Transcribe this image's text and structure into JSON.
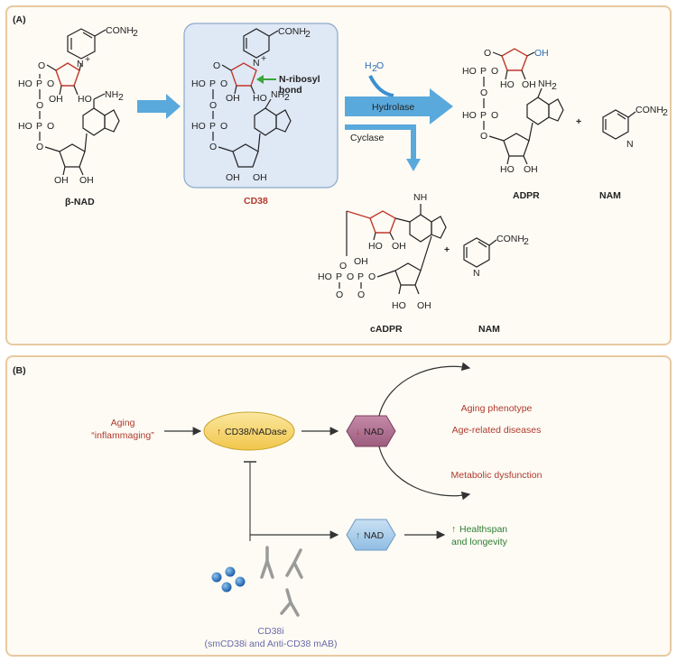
{
  "panel_a": {
    "label": "(A)",
    "bnad": {
      "name": "β-NAD",
      "conh2": "CONH",
      "conh2_sub": "2",
      "nh2": "NH",
      "nh2_sub": "2",
      "oh_labels": [
        "OH",
        "HO",
        "OH",
        "HO",
        "OH"
      ],
      "ho_p": [
        "HO",
        "HO"
      ],
      "o": "O",
      "p": "P",
      "n": "N",
      "nplus": "+"
    },
    "cd38": {
      "name": "CD38",
      "bond_label_1": "N-ribosyl",
      "bond_label_2": "bond"
    },
    "water": "H",
    "water_sub": "2",
    "water_o": "O",
    "hydrolase": "Hydrolase",
    "cyclase": "Cyclase",
    "adpr": {
      "name": "ADPR",
      "oh_top": "OH"
    },
    "nam1": {
      "name": "NAM",
      "conh2": "CONH",
      "conh2_sub": "2"
    },
    "cadpr": {
      "name": "cADPR",
      "nh": "NH"
    },
    "nam2": {
      "name": "NAM",
      "conh2": "CONH",
      "conh2_sub": "2"
    },
    "plus": "+"
  },
  "panel_b": {
    "label": "(B)",
    "aging_line1": "Aging",
    "aging_line2": "“inflammaging”",
    "cd38_nadase": "CD38/NADase",
    "down_nad": "NAD",
    "up_nad": "NAD",
    "aging_phenotype": "Aging phenotype",
    "age_related": "Age-related diseases",
    "metabolic": "Metabolic dysfunction",
    "healthspan_1": "Healthspan",
    "healthspan_2": "and longevity",
    "cd38i_1": "CD38i",
    "cd38i_2": "(smCD38i and Anti-CD38 mAB)",
    "up_arrow": "↑",
    "down_arrow": "↓"
  },
  "colors": {
    "border": "#e8c9a0",
    "panel_bg": "#fdfbf4",
    "red_text": "#b03a2e",
    "green_text": "#2e7d32",
    "blue_arrow": "#5aa9dc",
    "cd38_box": "#dfe8f5",
    "ellipse_yellow": "#f5d76e",
    "hex_purple": "#b06a8e",
    "hex_blue": "#a9cbe8"
  }
}
